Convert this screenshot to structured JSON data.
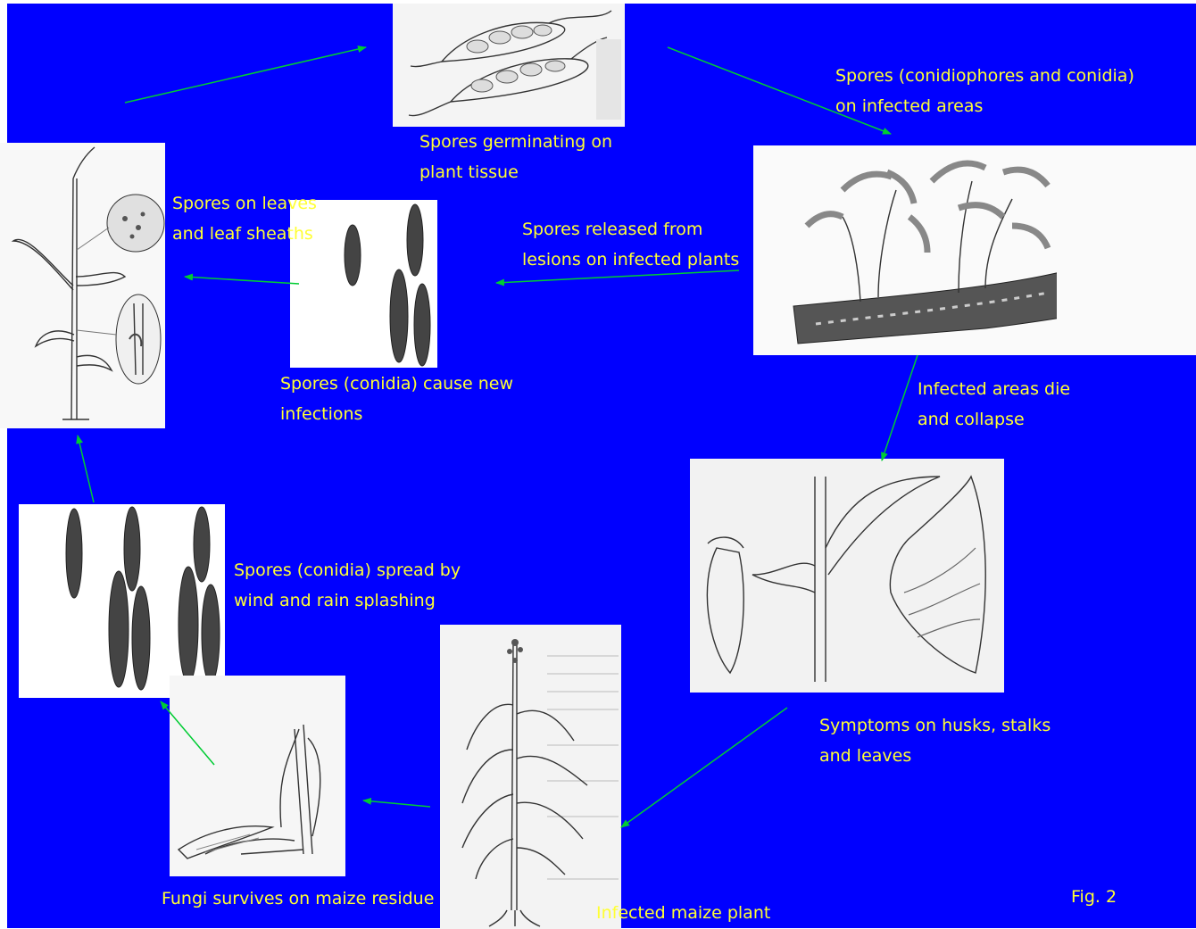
{
  "labels": {
    "spores_germinating": "Spores germinating on\nplant tissue",
    "spores_conidiophores": "Spores (conidiophores and conidia)\non infected areas",
    "spores_on_leaves": "Spores on leaves\nand leaf sheaths",
    "spores_released": "Spores released from\nlesions on infected plants",
    "spores_cause_infections": "Spores (conidia) cause new\ninfections",
    "infected_areas_die": "Infected areas die\nand collapse",
    "spores_spread": "Spores (conidia) spread by\nwind and rain splashing",
    "symptoms": "Symptoms on husks, stalks\nand leaves",
    "fungi_survives": "Fungi survives on maize residue",
    "infected_maize_plant": "Infected maize plant",
    "fig": "Fig. 2"
  },
  "colors": {
    "background": "#0000ff",
    "label_text": "#ffff33",
    "arrow": "#00cc33"
  },
  "icons": {
    "germinating_spores": "germinating-spores-illustration",
    "conidiophores": "conidiophores-illustration",
    "leaf_spot_plant": "maize-seedling-with-lesions-illustration",
    "conidia_small": "conidia-illustration",
    "symptoms": "husk-stalk-leaf-symptoms-illustration",
    "conidia_large": "conidia-spread-illustration",
    "maize_plant": "infected-maize-plant-illustration",
    "residue": "maize-residue-illustration"
  }
}
